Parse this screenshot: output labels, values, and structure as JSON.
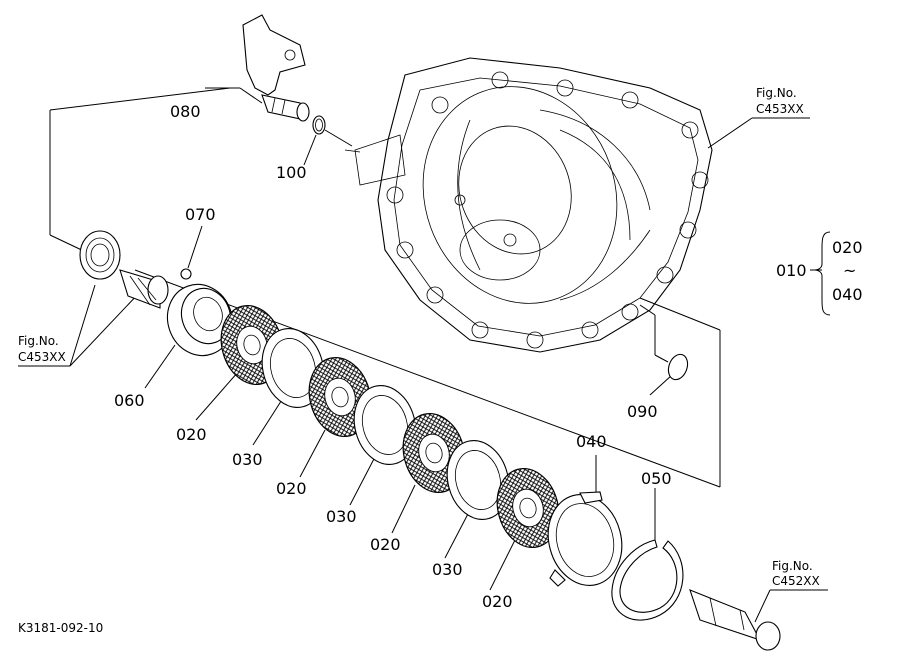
{
  "callouts": {
    "c080": "080",
    "c100": "100",
    "c070": "070",
    "c060": "060",
    "c020a": "020",
    "c030a": "030",
    "c020b": "020",
    "c030b": "030",
    "c020c": "020",
    "c030c": "030",
    "c020d": "020",
    "c040": "040",
    "c050": "050",
    "c090": "090",
    "c010": "010"
  },
  "bracket": {
    "top": "020",
    "tilde": "~",
    "bottom": "040"
  },
  "refs": {
    "top_right": {
      "line1": "Fig.No.",
      "line2": "C453XX"
    },
    "left": {
      "line1": "Fig.No.",
      "line2": "C453XX"
    },
    "bottom_right": {
      "line1": "Fig.No.",
      "line2": "C452XX"
    }
  },
  "drawing_code": "K3181-092-10",
  "icons": [
    "shift-lever-icon",
    "o-ring-icon",
    "ball-icon",
    "bearing-icon",
    "piston-icon",
    "friction-disc-icon",
    "steel-plate-icon",
    "pressure-plate-icon",
    "snap-ring-icon",
    "housing-icon",
    "shaft-icon"
  ]
}
